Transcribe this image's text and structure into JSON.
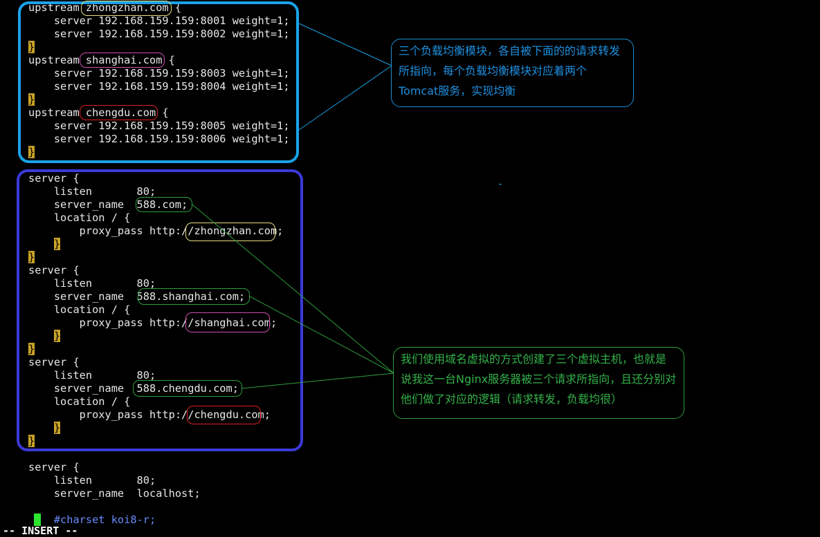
{
  "editor": {
    "lines": [
      "upstream zhongzhan.com {",
      "    server 192.168.159.159:8001 weight=1;",
      "    server 192.168.159.159:8002 weight=1;",
      "}",
      "upstream shanghai.com {",
      "    server 192.168.159.159:8003 weight=1;",
      "    server 192.168.159.159:8004 weight=1;",
      "}",
      "upstream chengdu.com {",
      "    server 192.168.159.159:8005 weight=1;",
      "    server 192.168.159.159:8006 weight=1;",
      "}",
      "server {",
      "    listen       80;",
      "    server_name  588.com;",
      "    location / {",
      "        proxy_pass http://zhongzhan.com;",
      "    }",
      "}",
      "server {",
      "    listen       80;",
      "    server_name  588.shanghai.com;",
      "    location / {",
      "        proxy_pass http://shanghai.com;",
      "    }",
      "}",
      "server {",
      "    listen       80;",
      "    server_name  588.chengdu.com;",
      "    location / {",
      "        proxy_pass http://chengdu.com;",
      "    }",
      "}",
      "server {",
      "    listen       80;",
      "    server_name  localhost;",
      "",
      "    #charset koi8-r;"
    ],
    "mode": "-- INSERT --"
  },
  "annotations": {
    "load_balance_note": "三个负载均衡模块，各自被下面的的请求转发所指向，每个负载均衡模块对应着两个Tomcat服务，实现均衡",
    "virtual_host_note": "我们使用域名虚拟的方式创建了三个虚拟主机，也就是说我这一台Nginx服务器被三个请求所指向，且还分别对他们做了对应的逻辑（请求转发，负载均很）"
  },
  "colors": {
    "background": "#000000",
    "text": "#e8e8e8",
    "upstream_box": "#1aa3e8",
    "server_box": "#3a3ad8",
    "brace_highlight": "#c9a227",
    "cursor": "#2ee62e",
    "comment": "#6a8cff",
    "oval_yellow": "#e8e080",
    "oval_pink": "#d050b0",
    "oval_red": "#e02020",
    "oval_green": "#2e9e3e"
  }
}
